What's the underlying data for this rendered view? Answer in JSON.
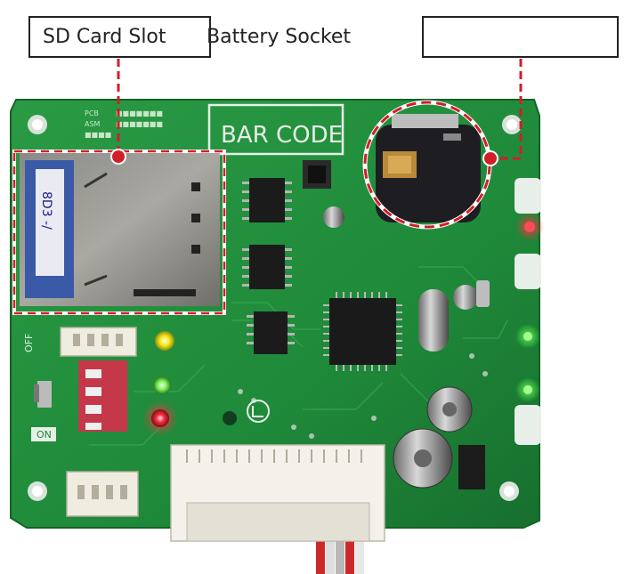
{
  "labels": {
    "sd_card": "SD Card Slot",
    "battery": "Battery Socket",
    "empty_box": ""
  },
  "board": {
    "barcode_text": "BAR CODE",
    "off_text": "OFF",
    "on_text": "ON",
    "sd_card_sticker": "8D3 -/"
  },
  "colors": {
    "pcb": "#1f8a3a",
    "callout": "#d01e2a",
    "led_yellow": "#f4e81a",
    "led_green": "#7ef25a",
    "led_red": "#ff2a3a"
  }
}
